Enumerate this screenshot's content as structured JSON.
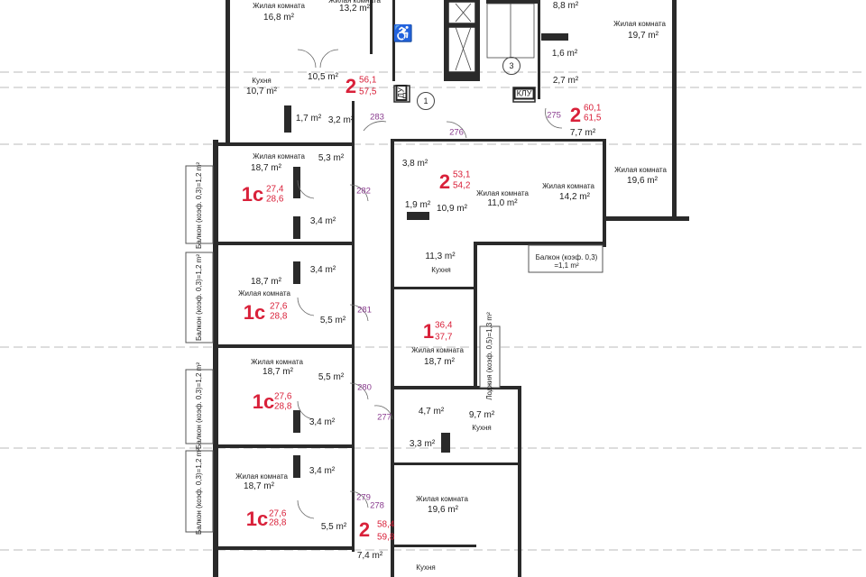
{
  "colors": {
    "apartment_number": "#d9213a",
    "door_number": "#8a3c8f",
    "wall": "#2a2a2a"
  },
  "labels": {
    "living": "Жилая комната",
    "kitchen": "Кухня",
    "balcony_left": "Балкон (коэф. 0,3)=1,2 m²",
    "balcony_right_1": "Балкон (коэф. 0,3)",
    "balcony_right_2": "=1,1 m²",
    "loggia": "Лоджия (коэф. 0,5)=1,3 m²"
  },
  "core": {
    "du": "ДУ",
    "klu": "КЛУ",
    "node1": "1",
    "node3": "3",
    "accessible_icon": "wheelchair-icon"
  },
  "apartments": [
    {
      "type": "2",
      "area_living": "56,1",
      "area_total": "57,5",
      "door": "283",
      "rooms": [
        "16,8 m²",
        "13,2 m²",
        "10,5 m²",
        "10,7 m²",
        "1,7 m²",
        "3,2 m²"
      ]
    },
    {
      "type": "2",
      "area_living": "60,1",
      "area_total": "61,5",
      "door": "275",
      "rooms": [
        "8,8 m²",
        "19,7 m²",
        "1,6 m²",
        "2,7 m²",
        "7,7 m²",
        "19,6 m²"
      ]
    },
    {
      "type": "2",
      "area_living": "53,1",
      "area_total": "54,2",
      "door": "276",
      "rooms": [
        "3,8 m²",
        "11,0 m²",
        "14,2 m²",
        "1,9 m²",
        "10,9 m²",
        "11,3 m²"
      ]
    },
    {
      "type": "1с",
      "area_living": "27,4",
      "area_total": "28,6",
      "door": "282",
      "rooms": [
        "18,7 m²",
        "5,3 m²",
        "3,4 m²"
      ]
    },
    {
      "type": "1с",
      "area_living": "27,6",
      "area_total": "28,8",
      "door": "281",
      "rooms": [
        "3,4 m²",
        "18,7 m²",
        "5,5 m²"
      ]
    },
    {
      "type": "1с",
      "area_living": "27,6",
      "area_total": "28,8",
      "door": "280",
      "rooms": [
        "18,7 m²",
        "5,5 m²",
        "3,4 m²"
      ]
    },
    {
      "type": "1с",
      "area_living": "27,6",
      "area_total": "28,8",
      "door": "279",
      "rooms": [
        "3,4 m²",
        "18,7 m²",
        "5,5 m²"
      ]
    },
    {
      "type": "1",
      "area_living": "36,4",
      "area_total": "37,7",
      "door": "277",
      "rooms": [
        "18,7 m²",
        "4,7 m²",
        "9,7 m²",
        "3,3 m²"
      ]
    },
    {
      "type": "2",
      "area_living": "58,4",
      "area_total": "59,8",
      "door": "278",
      "rooms": [
        "19,6 m²",
        "7,4 m²"
      ]
    }
  ]
}
